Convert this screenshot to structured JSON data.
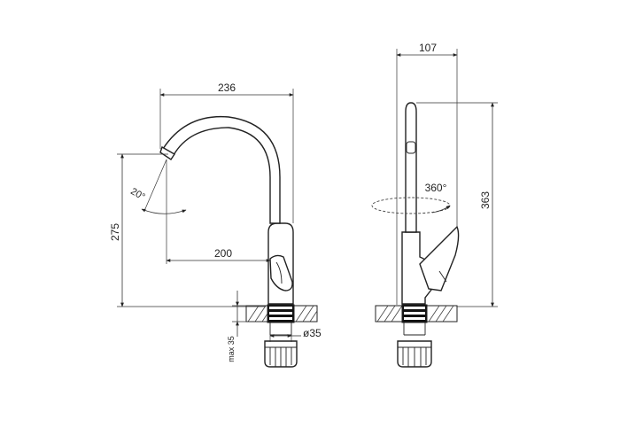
{
  "dimensions": {
    "width_front": "236",
    "height_front": "275",
    "reach": "200",
    "angle": "20°",
    "shank_max": "max 35",
    "hole_diameter": "ø35",
    "width_side": "107",
    "height_side": "363",
    "rotation": "360°"
  }
}
